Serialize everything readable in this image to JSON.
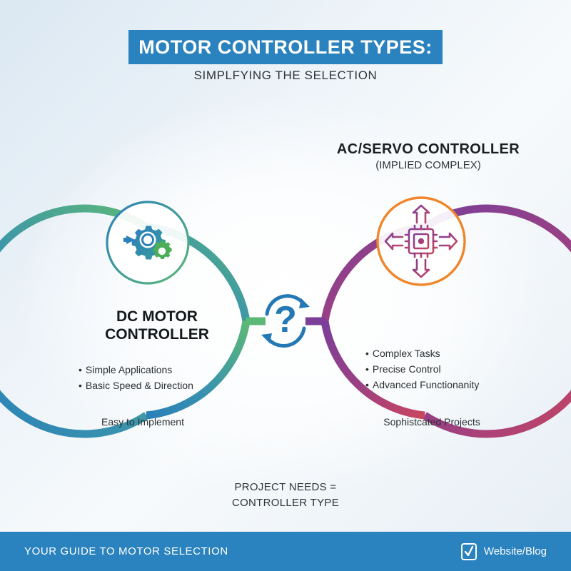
{
  "header": {
    "title": "MOTOR CONTROLLER TYPES:",
    "subtitle": "SIMPLFYING THE SELECTION",
    "band_color": "#2a82be"
  },
  "right_heading": {
    "main": "AC/SERVO CONTROLLER",
    "sub": "(IMPLIED COMPLEX)"
  },
  "left_side": {
    "title_line1": "DC MOTOR",
    "title_line2": "CONTROLLER",
    "bullets": [
      "Simple Applications",
      "Basic Speed & Direction"
    ],
    "caption": "Easy to Implement",
    "icon": "gears-icon",
    "arc_start_color": "#2980b9",
    "arc_end_color": "#5cb877",
    "ring_color": "#2d86b5"
  },
  "right_side": {
    "bullets": [
      "Complex Tasks",
      "Precise Control",
      "Advanced Functionanity"
    ],
    "caption": "Sophistcated Projects",
    "icon": "cpu-arrows-icon",
    "arc_start_color": "#7b3f98",
    "arc_end_color": "#c9455f",
    "ring_color": "#f0852a"
  },
  "center": {
    "symbol": "?",
    "icon": "compare-arrows-icon",
    "color": "#2479b5"
  },
  "bottom_note": {
    "line1": "PROJECT NEEDS =",
    "line2": "CONTROLLER TYPE"
  },
  "footer": {
    "left_text": "YOUR GUIDE TO MOTOR SELECTION",
    "icon": "checkbox-check-icon",
    "right_text": "Website/Blog",
    "bar_color": "#2a82be"
  },
  "bullet_glyph": "•"
}
